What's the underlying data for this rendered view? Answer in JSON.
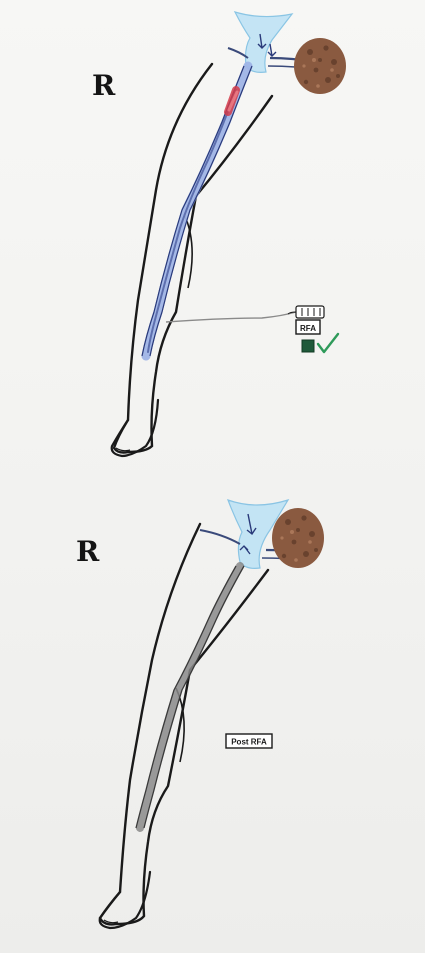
{
  "figure": {
    "top_panel": {
      "side_label": "R",
      "device_label": "RFA",
      "status_check": "✓"
    },
    "bottom_panel": {
      "side_label": "R",
      "post_label": "Post RFA"
    },
    "colors": {
      "leg_outline": "#1a1a1a",
      "vein": "#9fb4e6",
      "catheter": "#6b7fb8",
      "ablated_vein": "#5a5a5a",
      "heat_zone": "#d43c4a",
      "junction": "#9fd4ef",
      "lymph_node": "#8a5a40",
      "check": "#2e9a5a",
      "generator_panel": "#1f5a3a"
    }
  }
}
